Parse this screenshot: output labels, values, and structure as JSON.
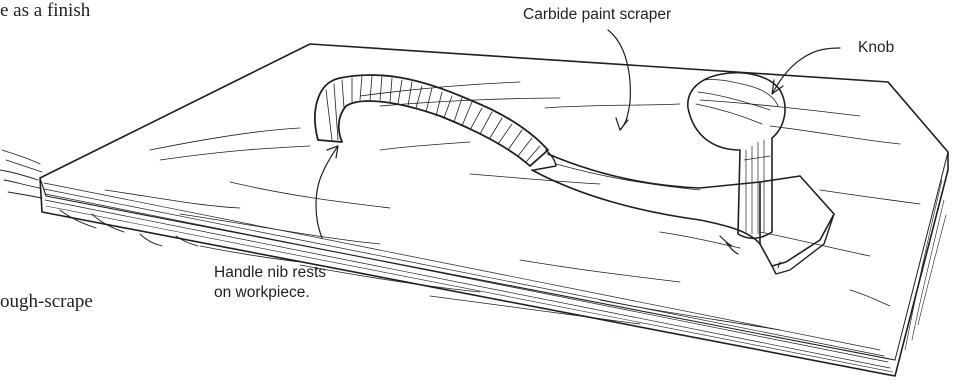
{
  "body_text": {
    "line_top": "e as a finish",
    "line_bottom": "ough-scrape"
  },
  "callouts": {
    "scraper": "Carbide paint scraper",
    "knob": "Knob",
    "nib_line1": "Handle nib rests",
    "nib_line2": "on workpiece."
  },
  "colors": {
    "ink": "#231f20",
    "background": "#ffffff"
  }
}
